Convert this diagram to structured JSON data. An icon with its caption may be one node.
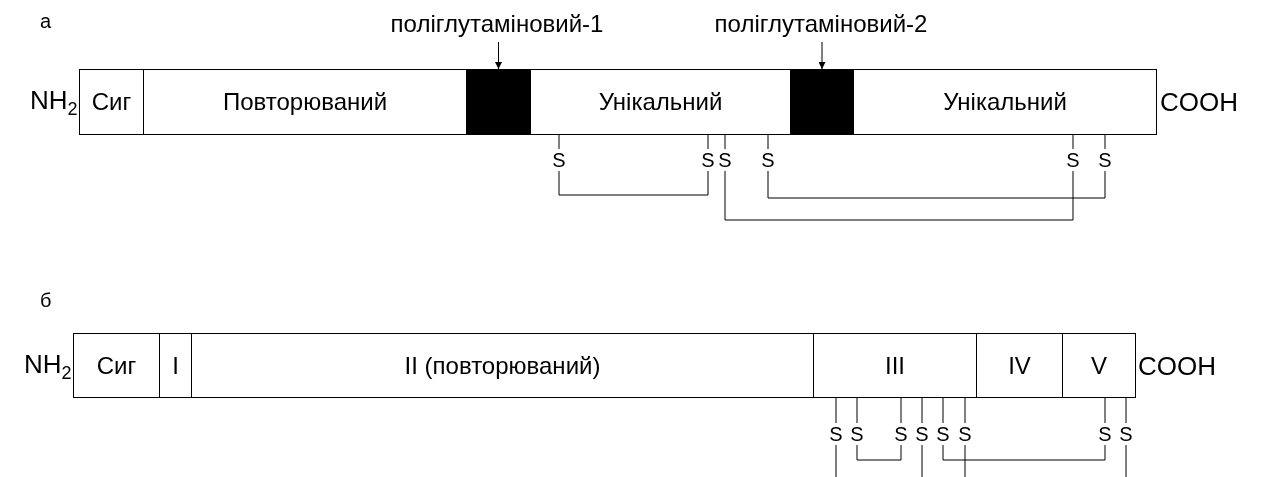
{
  "diagram": {
    "nodes": [
      {
        "text": [
          "поліглутаміновий-1"
        ]
      },
      {
        "text": [
          "поліглутаміновий-2"
        ]
      },
      {
        "text": [
          "Сиг"
        ]
      },
      {
        "text": [
          "Повторюваний"
        ]
      },
      {
        "text": [],
        "shape": "box"
      },
      {
        "text": [
          "Унікальний"
        ]
      },
      {
        "text": [],
        "shape": "box"
      },
      {
        "text": [
          "Унікальний"
        ]
      },
      {
        "text": [
          "S"
        ]
      },
      {
        "text": [
          "S"
        ]
      },
      {
        "text": [
          "S"
        ]
      },
      {
        "text": [
          "S"
        ]
      },
      {
        "text": [
          "S"
        ]
      },
      {
        "text": [
          "S"
        ]
      },
      {
        "text": [
          "Сиг"
        ]
      },
      {
        "text": [
          "I"
        ]
      },
      {
        "text": [
          "II (повторюваний)"
        ]
      },
      {
        "text": [
          "III"
        ]
      },
      {
        "text": [
          "IV"
        ]
      },
      {
        "text": [
          "V"
        ]
      },
      {
        "text": [
          "S"
        ]
      },
      {
        "text": [
          "S"
        ]
      },
      {
        "text": [
          "S"
        ]
      },
      {
        "text": [
          "S"
        ]
      },
      {
        "text": [
          "S"
        ]
      },
      {
        "text": [
          "S"
        ]
      },
      {
        "text": [
          "S"
        ]
      },
      {
        "text": [
          "S"
        ]
      }
    ],
    "edges": [
      {
        "from": 0,
        "to": 4,
        "arrow": "to"
      },
      {
        "from": 1,
        "to": 6,
        "arrow": "to"
      },
      {
        "from": 5,
        "to": 8,
        "arrow": "none"
      },
      {
        "from": 5,
        "to": 9,
        "arrow": "none"
      },
      {
        "from": 5,
        "to": 10,
        "arrow": "none"
      },
      {
        "from": 5,
        "to": 11,
        "arrow": "none"
      },
      {
        "from": 7,
        "to": 12,
        "arrow": "none"
      },
      {
        "from": 7,
        "to": 13,
        "arrow": "none"
      },
      {
        "from": 8,
        "to": 9,
        "arrow": "none"
      },
      {
        "from": 10,
        "to": 12,
        "arrow": "none"
      },
      {
        "from": 11,
        "to": 13,
        "arrow": "none"
      },
      {
        "from": 17,
        "to": 20,
        "arrow": "none"
      },
      {
        "from": 17,
        "to": 21,
        "arrow": "none"
      },
      {
        "from": 17,
        "to": 22,
        "arrow": "none"
      },
      {
        "from": 17,
        "to": 23,
        "arrow": "none"
      },
      {
        "from": 17,
        "to": 24,
        "arrow": "none"
      },
      {
        "from": 17,
        "to": 25,
        "arrow": "none"
      },
      {
        "from": 19,
        "to": 26,
        "arrow": "none"
      },
      {
        "from": 19,
        "to": 27,
        "arrow": "none"
      },
      {
        "from": 21,
        "to": 22,
        "arrow": "none"
      },
      {
        "from": 24,
        "to": 26,
        "arrow": "none"
      },
      {
        "from": 20,
        "to": null,
        "arrow": "none"
      },
      {
        "from": 23,
        "to": null,
        "arrow": "none"
      },
      {
        "from": 25,
        "to": null,
        "arrow": "none"
      },
      {
        "from": 27,
        "to": null,
        "arrow": "none"
      }
    ],
    "labels": [
      "а",
      "NH$_{2}$",
      "COOH",
      "б",
      "NH$_{2}$",
      "COOH"
    ]
  }
}
